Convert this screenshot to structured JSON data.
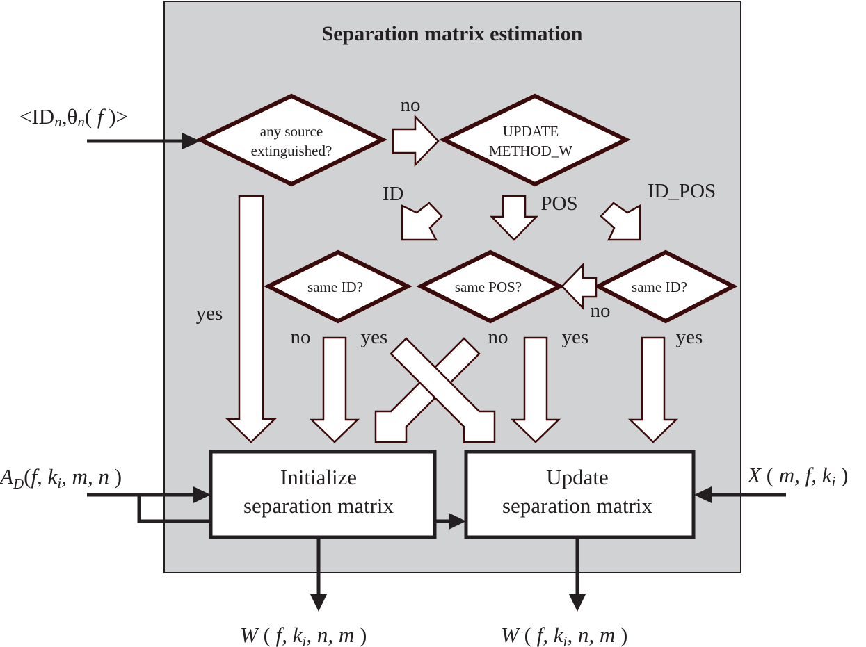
{
  "title": "Separation matrix estimation",
  "inputs": {
    "top_left": "<IDn,θn(f)>",
    "ad": "A_D(f, k_i, m, n )",
    "x": "X ( m, f, k_i )"
  },
  "decisions": {
    "extinguished": [
      "any source",
      "extinguished?"
    ],
    "update_method": [
      "UPDATE",
      "METHOD_W"
    ],
    "same_id_left": "same ID?",
    "same_pos": "same POS?",
    "same_id_right": "same ID?"
  },
  "edge_labels": {
    "no_top": "no",
    "id": "ID",
    "pos": "POS",
    "id_pos": "ID_POS",
    "yes_left": "yes",
    "no_1": "no",
    "yes_1": "yes",
    "no_2": "no",
    "yes_2": "yes",
    "no_side": "no",
    "yes_3": "yes"
  },
  "boxes": {
    "init": [
      "Initialize",
      "separation matrix"
    ],
    "update": [
      "Update",
      "separation matrix"
    ]
  },
  "outputs": {
    "w_left": "W ( f, k_i, n, m )",
    "w_right": "W ( f, k_i, n, m )"
  }
}
